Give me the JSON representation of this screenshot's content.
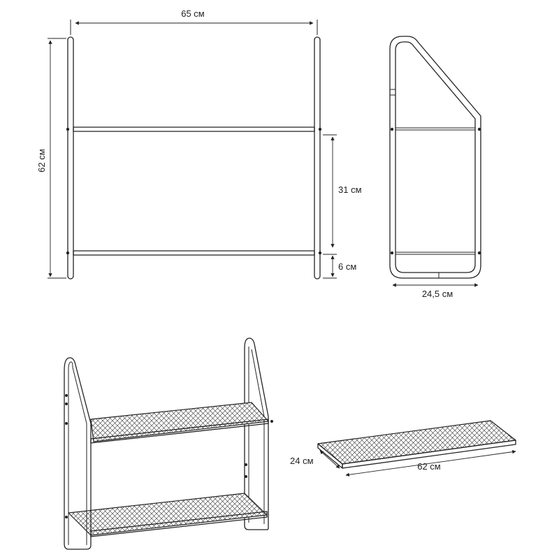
{
  "dimensions": {
    "width": "65 см",
    "height": "62 см",
    "shelf_spacing": "31 см",
    "bottom_offset": "6 см",
    "depth": "24,5 см",
    "shelf_depth": "24 см",
    "shelf_length": "62 см"
  }
}
